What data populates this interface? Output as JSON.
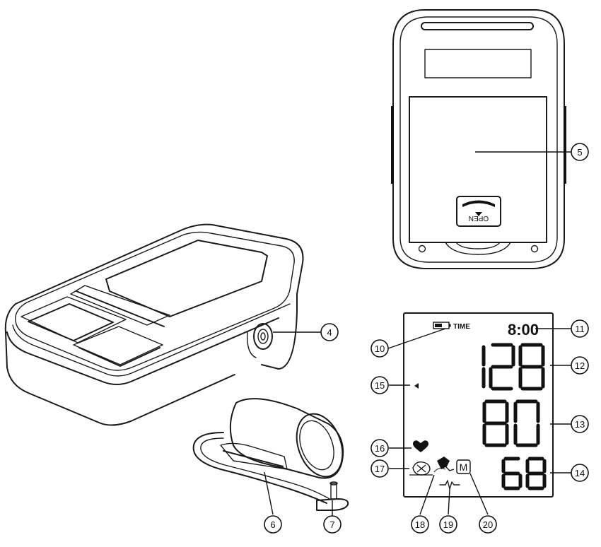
{
  "back_cover": {
    "latch_label": "OPEN"
  },
  "lcd": {
    "icon_label": "TIME",
    "time": "8:00",
    "systolic": "128",
    "diastolic": "80",
    "pulse": "68",
    "memory_label": "M"
  },
  "callouts": [
    {
      "id": "4",
      "number": "4"
    },
    {
      "id": "5",
      "number": "5"
    },
    {
      "id": "6",
      "number": "6"
    },
    {
      "id": "7",
      "number": "7"
    },
    {
      "id": "10",
      "number": "10"
    },
    {
      "id": "11",
      "number": "11"
    },
    {
      "id": "12",
      "number": "12"
    },
    {
      "id": "13",
      "number": "13"
    },
    {
      "id": "14",
      "number": "14"
    },
    {
      "id": "15",
      "number": "15"
    },
    {
      "id": "16",
      "number": "16"
    },
    {
      "id": "17",
      "number": "17"
    },
    {
      "id": "18",
      "number": "18"
    },
    {
      "id": "19",
      "number": "19"
    },
    {
      "id": "20",
      "number": "20"
    }
  ]
}
